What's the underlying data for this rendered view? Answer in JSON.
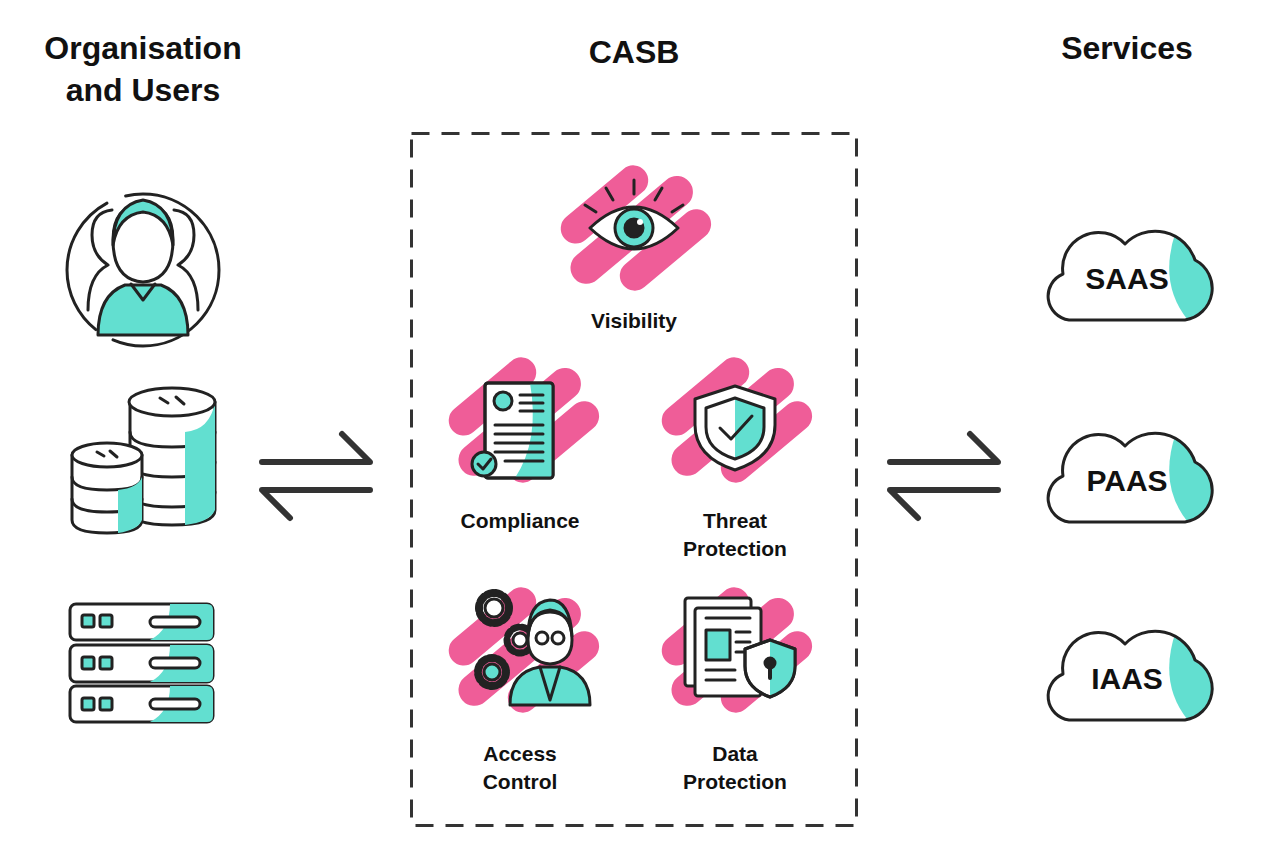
{
  "diagram": {
    "nodes": [
      {
        "text": [
          "CASB"
        ]
      },
      {
        "text": [
          "Visibility"
        ],
        "in": 0
      },
      {
        "text": [
          "Compliance"
        ],
        "in": 0
      },
      {
        "text": [
          "Threat Protection"
        ],
        "in": 0
      },
      {
        "text": [
          "Access Control"
        ],
        "in": 0
      },
      {
        "text": [
          "Data Protection"
        ],
        "in": 0
      },
      {
        "text": [
          "SAAS"
        ]
      },
      {
        "text": [
          "PAAS"
        ]
      },
      {
        "text": [
          "IAAS"
        ]
      }
    ],
    "labels": [
      "Organisation and Users",
      "Services"
    ]
  }
}
